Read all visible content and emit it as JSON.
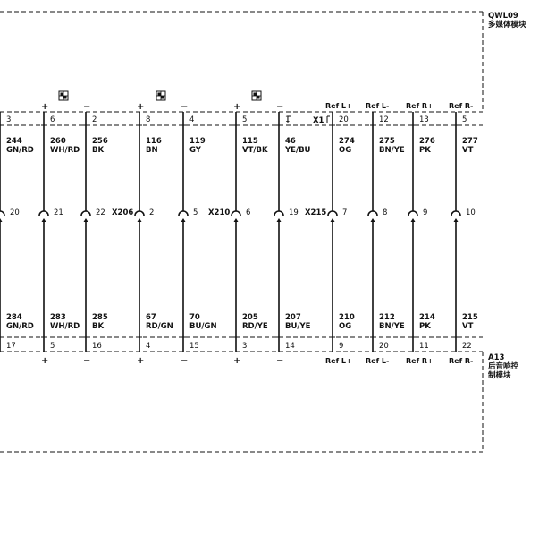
{
  "modules": {
    "top": {
      "id": "QWL09",
      "name": "多媒体模块"
    },
    "bottom": {
      "id": "A13",
      "name_line1": "后音响控",
      "name_line2": "制模块"
    }
  },
  "connectors": {
    "top": "X1",
    "middle": [
      "X206",
      "X210",
      "X215"
    ]
  },
  "wires": [
    {
      "top_pin": "3",
      "top_code": "244",
      "top_color": "GN/RD",
      "mid_pin": "20",
      "bot_code": "284",
      "bot_color": "GN/RD",
      "bot_pin": "17",
      "top_sign": "",
      "bot_sign": ""
    },
    {
      "top_pin": "6",
      "top_code": "260",
      "top_color": "WH/RD",
      "mid_pin": "21",
      "bot_code": "283",
      "bot_color": "WH/RD",
      "bot_pin": "5",
      "top_sign": "+",
      "bot_sign": "+"
    },
    {
      "top_pin": "2",
      "top_code": "256",
      "top_color": "BK",
      "mid_pin": "22",
      "bot_code": "285",
      "bot_color": "BK",
      "bot_pin": "16",
      "top_sign": "−",
      "bot_sign": "−"
    },
    {
      "top_pin": "8",
      "top_code": "116",
      "top_color": "BN",
      "mid_pin": "2",
      "bot_code": "67",
      "bot_color": "RD/GN",
      "bot_pin": "4",
      "top_sign": "+",
      "bot_sign": "+"
    },
    {
      "top_pin": "4",
      "top_code": "119",
      "top_color": "GY",
      "mid_pin": "5",
      "bot_code": "70",
      "bot_color": "BU/GN",
      "bot_pin": "15",
      "top_sign": "−",
      "bot_sign": "−"
    },
    {
      "top_pin": "5",
      "top_code": "115",
      "top_color": "VT/BK",
      "mid_pin": "6",
      "bot_code": "205",
      "bot_color": "RD/YE",
      "bot_pin": "3",
      "top_sign": "+",
      "bot_sign": "+"
    },
    {
      "top_pin": "1",
      "top_code": "46",
      "top_color": "YE/BU",
      "mid_pin": "19",
      "bot_code": "207",
      "bot_color": "BU/YE",
      "bot_pin": "14",
      "top_sign": "−",
      "bot_sign": "−"
    },
    {
      "top_pin": "20",
      "top_code": "274",
      "top_color": "OG",
      "mid_pin": "7",
      "bot_code": "210",
      "bot_color": "OG",
      "bot_pin": "9",
      "top_ref": "Ref L+",
      "bot_ref": "Ref L+"
    },
    {
      "top_pin": "12",
      "top_code": "275",
      "top_color": "BN/YE",
      "mid_pin": "8",
      "bot_code": "212",
      "bot_color": "BN/YE",
      "bot_pin": "20",
      "top_ref": "Ref L-",
      "bot_ref": "Ref L-"
    },
    {
      "top_pin": "13",
      "top_code": "276",
      "top_color": "PK",
      "mid_pin": "9",
      "bot_code": "214",
      "bot_color": "PK",
      "bot_pin": "11",
      "top_ref": "Ref R+",
      "bot_ref": "Ref R+"
    },
    {
      "top_pin": "5",
      "top_code": "277",
      "top_color": "VT",
      "mid_pin": "10",
      "bot_code": "215",
      "bot_color": "VT",
      "bot_pin": "22",
      "top_ref": "Ref R-",
      "bot_ref": "Ref R-"
    }
  ],
  "speaker_icons": [
    "speaker-icon",
    "speaker-icon",
    "speaker-icon"
  ],
  "colors": {
    "line": "#111111"
  }
}
